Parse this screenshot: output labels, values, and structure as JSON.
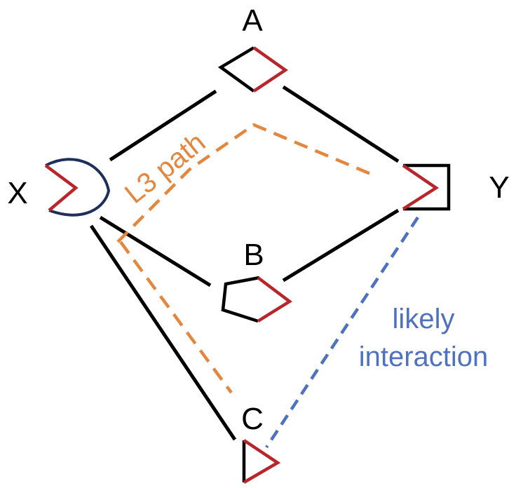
{
  "nodes": {
    "x": {
      "label": "X",
      "shape": "pac-man"
    },
    "a": {
      "label": "A",
      "shape": "diamond"
    },
    "y": {
      "label": "Y",
      "shape": "square-notch"
    },
    "b": {
      "label": "B",
      "shape": "hexagon"
    },
    "c": {
      "label": "C",
      "shape": "triangle"
    }
  },
  "annotations": {
    "l3_path": "L3 path",
    "likely_line1": "likely",
    "likely_line2": "interaction"
  },
  "colors": {
    "edge": "#000000",
    "site": "#b8262c",
    "x_outline": "#1f2f5c",
    "l3_path": "#e3873f",
    "likely": "#4f72c0"
  }
}
